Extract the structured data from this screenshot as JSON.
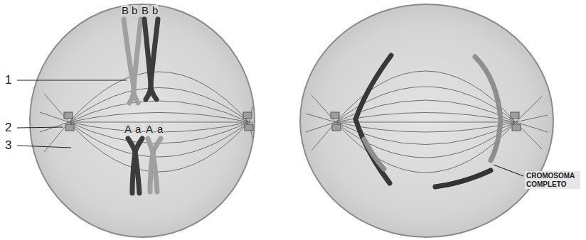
{
  "diagram": {
    "labels": [
      "1",
      "2",
      "3",
      "B",
      "b",
      "B",
      "b",
      "A",
      "a",
      "A",
      "a",
      "CROMOSOMA COMPLETO"
    ]
  }
}
